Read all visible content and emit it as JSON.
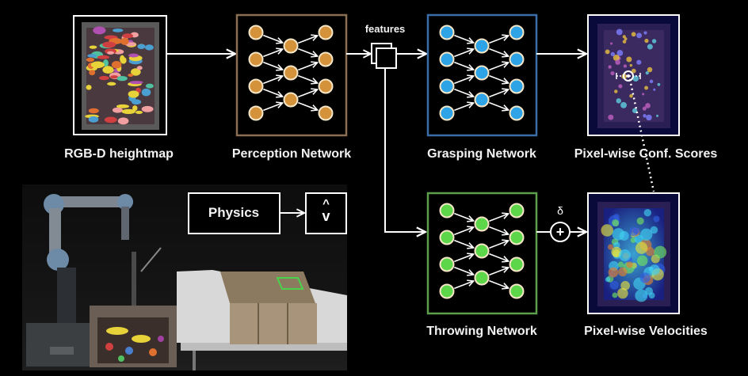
{
  "title": "Neural network pipeline for grasping and throwing",
  "nodes": {
    "input": {
      "label": "RGB-D heightmap"
    },
    "perception": {
      "label": "Perception Network",
      "color": "#d4933a",
      "border": "#8a6e55"
    },
    "features": {
      "label": "features"
    },
    "grasping": {
      "label": "Grasping Network",
      "color": "#2ea3e6",
      "border": "#3b6ea8"
    },
    "conf_scores": {
      "label": "Pixel-wise Conf. Scores"
    },
    "throwing": {
      "label": "Throwing Network",
      "color": "#5ed64a",
      "border": "#5d9e4c"
    },
    "velocities": {
      "label": "Pixel-wise Velocities"
    },
    "physics": {
      "label": "Physics"
    },
    "v_hat": {
      "label": "v",
      "accent": "^"
    },
    "sum": {
      "symbol": "+",
      "residual_label": "δ"
    }
  },
  "photo": {
    "description": "Robot arm picking objects from a bin and throwing into boxes"
  }
}
